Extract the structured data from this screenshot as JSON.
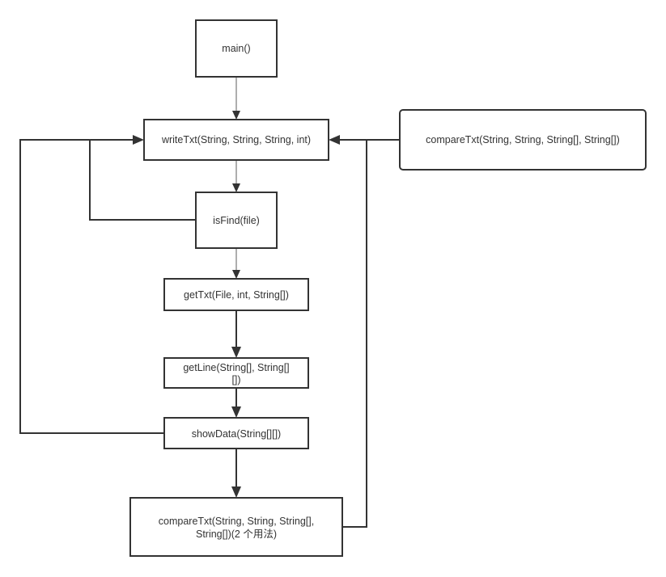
{
  "diagram": {
    "nodes": {
      "main": {
        "label": "main()"
      },
      "writeTxt": {
        "label": "writeTxt(String, String, String, int)"
      },
      "compareTxtTop": {
        "label": "compareTxt(String, String, String[], String[])"
      },
      "isFind": {
        "label": "isFind(file)"
      },
      "getTxt": {
        "label": "getTxt(File, int, String[])"
      },
      "getLine": {
        "line1": "getLine(String[], String[]",
        "line2": "[])"
      },
      "showData": {
        "label": "showData(String[][])"
      },
      "compareTxtBottom": {
        "line1": "compareTxt(String, String, String[],",
        "line2": "String[])(2 个用法)"
      }
    },
    "edges": [
      {
        "from": "main",
        "to": "writeTxt"
      },
      {
        "from": "writeTxt",
        "to": "isFind"
      },
      {
        "from": "isFind",
        "to": "getTxt"
      },
      {
        "from": "isFind",
        "to": "writeTxt"
      },
      {
        "from": "getTxt",
        "to": "getLine"
      },
      {
        "from": "getLine",
        "to": "showData"
      },
      {
        "from": "showData",
        "to": "compareTxtBottom"
      },
      {
        "from": "showData",
        "to": "writeTxt"
      },
      {
        "from": "compareTxtBottom",
        "to": "writeTxt"
      },
      {
        "from": "compareTxtTop",
        "to": "writeTxt"
      }
    ]
  }
}
